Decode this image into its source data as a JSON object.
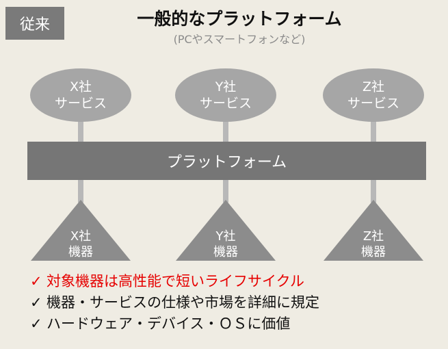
{
  "tag": "従来",
  "title": "一般的なプラットフォーム",
  "subtitle": "(PCやスマートフォンなど)",
  "services": [
    {
      "company": "X社",
      "type": "サービス"
    },
    {
      "company": "Y社",
      "type": "サービス"
    },
    {
      "company": "Z社",
      "type": "サービス"
    }
  ],
  "platform": "プラットフォーム",
  "devices": [
    {
      "company": "X社",
      "type": "機器"
    },
    {
      "company": "Y社",
      "type": "機器"
    },
    {
      "company": "Z社",
      "type": "機器"
    }
  ],
  "check_icon": "✓",
  "points": [
    {
      "text": "対象機器は高性能で短いライフサイクル",
      "color": "#e60000"
    },
    {
      "text": "機器・サービスの仕様や市場を詳細に規定",
      "color": "#111111"
    },
    {
      "text": "ハードウェア・デバイス・ＯＳに価値",
      "color": "#111111"
    }
  ]
}
